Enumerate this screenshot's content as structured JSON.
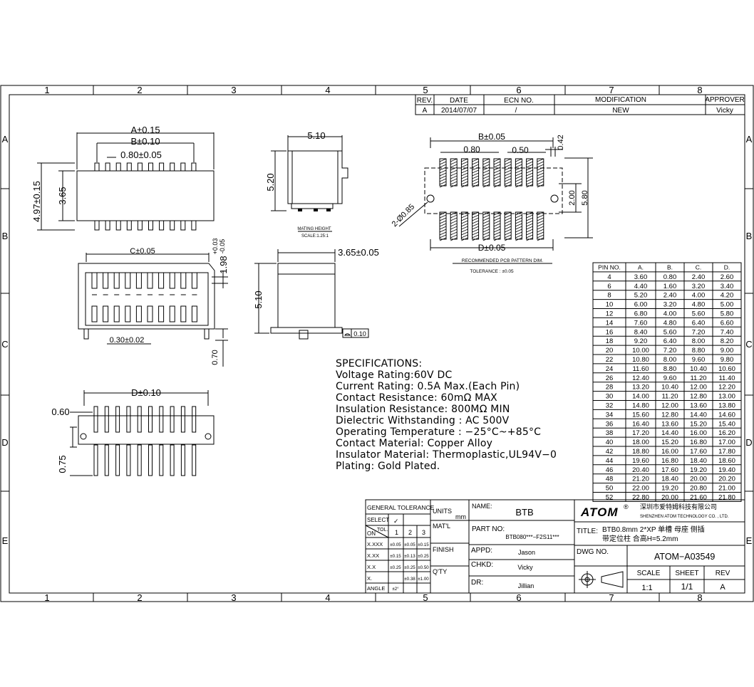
{
  "border": {
    "columns": [
      "1",
      "2",
      "3",
      "4",
      "5",
      "6",
      "7",
      "8"
    ],
    "rows": [
      "A",
      "B",
      "C",
      "D",
      "E"
    ]
  },
  "revision": {
    "headers": [
      "REV.",
      "DATE",
      "ECN  NO.",
      "MODIFICATION",
      "APPROVER"
    ],
    "row": [
      "A",
      "2014/07/07",
      "/",
      "NEW",
      "Vicky"
    ]
  },
  "top_view": {
    "dim_a": "A±0.15",
    "dim_b": "B±0.10",
    "pitch": "0.80±0.05",
    "height_outer": "4.97±0.15",
    "height_inner": "3.65"
  },
  "side_view": {
    "width": "5.10",
    "height": "5.20",
    "note_title": "MATING HEIGHT",
    "note_scale": "SCALE:1.25:1"
  },
  "end_view": {
    "width": "3.65±0.05",
    "height": "5.10",
    "flatness": "0.10"
  },
  "front_view": {
    "dim_c": "C±0.05",
    "height": "1.98",
    "tol_plus": "+0.03",
    "tol_minus": "-0.05",
    "lead": "0.30±0.02",
    "standoff": "0.70"
  },
  "bottom_view": {
    "dim_d": "D±0.10",
    "left_top": "0.60",
    "left_bottom": "0.75"
  },
  "pcb": {
    "dim_b": "B±0.05",
    "pitch": "0.80",
    "pad_width": "0.50",
    "pad_gap": "0.42",
    "hole": "2-Ø0.85",
    "inner": "2.00",
    "outer": "5.80",
    "dim_d": "D±0.05",
    "caption": "RECOMMENDED PCB PATTERN DIM.",
    "tolerance": "TOLERANCE : ±0.05"
  },
  "specifications": {
    "title": "SPECIFICATIONS:",
    "lines": [
      "Voltage Rating:60V DC",
      "Current Rating: 0.5A Max.(Each Pin)",
      "Contact Resistance: 60mΩ MAX",
      "Insulation Resistance: 800MΩ MIN",
      "Dielectric Withstanding : AC 500V",
      "Operating Temperature : −25°C~+85°C",
      "Contact Material: Copper Alloy",
      "Insulator Material: Thermoplastic,UL94V−0",
      "Plating: Gold Plated."
    ]
  },
  "pin_table": {
    "headers": [
      "PIN NO.",
      "A.",
      "B.",
      "C.",
      "D."
    ],
    "rows": [
      [
        "4",
        "3.60",
        "0.80",
        "2.40",
        "2.60"
      ],
      [
        "6",
        "4.40",
        "1.60",
        "3.20",
        "3.40"
      ],
      [
        "8",
        "5.20",
        "2.40",
        "4.00",
        "4.20"
      ],
      [
        "10",
        "6.00",
        "3.20",
        "4.80",
        "5.00"
      ],
      [
        "12",
        "6.80",
        "4.00",
        "5.60",
        "5.80"
      ],
      [
        "14",
        "7.60",
        "4.80",
        "6.40",
        "6.60"
      ],
      [
        "16",
        "8.40",
        "5.60",
        "7.20",
        "7.40"
      ],
      [
        "18",
        "9.20",
        "6.40",
        "8.00",
        "8.20"
      ],
      [
        "20",
        "10.00",
        "7.20",
        "8.80",
        "9.00"
      ],
      [
        "22",
        "10.80",
        "8.00",
        "9.60",
        "9.80"
      ],
      [
        "24",
        "11.60",
        "8.80",
        "10.40",
        "10.60"
      ],
      [
        "26",
        "12.40",
        "9.60",
        "11.20",
        "11.40"
      ],
      [
        "28",
        "13.20",
        "10.40",
        "12.00",
        "12.20"
      ],
      [
        "30",
        "14.00",
        "11.20",
        "12.80",
        "13.00"
      ],
      [
        "32",
        "14.80",
        "12.00",
        "13.60",
        "13.80"
      ],
      [
        "34",
        "15.60",
        "12.80",
        "14.40",
        "14.60"
      ],
      [
        "36",
        "16.40",
        "13.60",
        "15.20",
        "15.40"
      ],
      [
        "38",
        "17.20",
        "14.40",
        "16.00",
        "16.20"
      ],
      [
        "40",
        "18.00",
        "15.20",
        "16.80",
        "17.00"
      ],
      [
        "42",
        "18.80",
        "16.00",
        "17.60",
        "17.80"
      ],
      [
        "44",
        "19.60",
        "16.80",
        "18.40",
        "18.60"
      ],
      [
        "46",
        "20.40",
        "17.60",
        "19.20",
        "19.40"
      ],
      [
        "48",
        "21.20",
        "18.40",
        "20.00",
        "20.20"
      ],
      [
        "50",
        "22.00",
        "19.20",
        "20.80",
        "21.00"
      ],
      [
        "52",
        "22.80",
        "20.00",
        "21.60",
        "21.80"
      ]
    ]
  },
  "title_block": {
    "general_tolerance": "GENERAL TOLERANCE",
    "select": "SELECT",
    "check": "✓",
    "tol": "TOL.",
    "on": "ON",
    "cols": [
      "1",
      "2",
      "3"
    ],
    "rows": [
      [
        "X.XXX",
        "±0.05",
        "±0.05",
        "±0.15"
      ],
      [
        "X.XX",
        "±0.15",
        "±0.13",
        "±0.25"
      ],
      [
        "X.X",
        "±0.25",
        "±0.25",
        "±0.50"
      ],
      [
        "X.",
        "",
        "±0.38",
        "±1.00"
      ],
      [
        "ANGLE",
        "±2°",
        "",
        ""
      ]
    ],
    "units_label": "UNITS",
    "units_value": "mm",
    "matl": "MAT'L",
    "finish": "FINISH",
    "qty": "Q'TY",
    "name_label": "NAME:",
    "name_value": "BTB",
    "part_label": "PART  NO:",
    "part_value": "BTB080***−F2S11***",
    "appd_label": "APPD:",
    "appd_value": "Jason",
    "chkd_label": "CHKD:",
    "chkd_value": "Vicky",
    "dr_label": "DR:",
    "dr_value": "Jillian",
    "logo": "ATOM",
    "registered": "®",
    "company_cn": "深圳市爱特姆科技有限公司",
    "company_en": "SHENZHEN  ATOM  TECHNOLOGY  CO. , LTD.",
    "title_label": "TITLE:",
    "title_line1": "BTB0.8mm  2*XP  单槽  母座  侧插",
    "title_line2": "带定位柱  合高H=5.2mm",
    "dwg_label": "DWG  NO.",
    "dwg_value": "ATOM−A03549",
    "scale_label": "SCALE",
    "scale_value": "1:1",
    "sheet_label": "SHEET",
    "sheet_value": "1/1",
    "rev_label": "REV",
    "rev_value": "A"
  }
}
